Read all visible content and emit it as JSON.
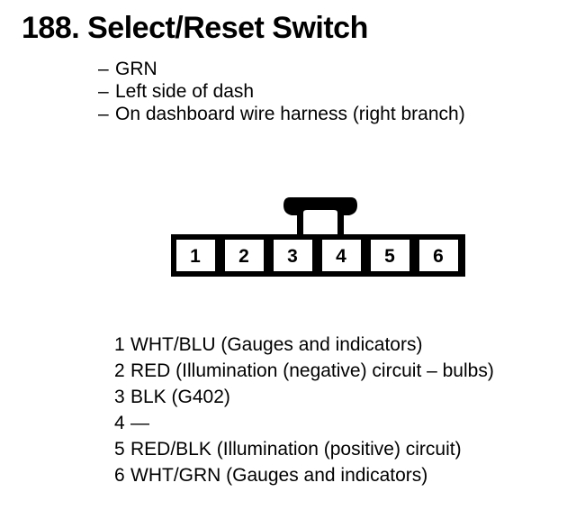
{
  "page": {
    "section_number": "188.",
    "title": "188. Select/Reset Switch"
  },
  "attributes": {
    "bullet_marker": "–",
    "items": [
      "GRN",
      "Left side of dash",
      "On dashboard wire harness (right branch)"
    ]
  },
  "connector": {
    "cavity_count": 6,
    "cavity_labels": [
      "1",
      "2",
      "3",
      "4",
      "5",
      "6"
    ],
    "locking_tab": "locking-tab",
    "outline_color": "#000000",
    "fill_color": "#ffffff"
  },
  "pin_legend": {
    "rows": [
      {
        "pin": "1",
        "description": "WHT/BLU (Gauges and indicators)"
      },
      {
        "pin": "2",
        "description": "RED (Illumination (negative) circuit – bulbs)"
      },
      {
        "pin": "3",
        "description": "BLK (G402)"
      },
      {
        "pin": "4",
        "description": "—"
      },
      {
        "pin": "5",
        "description": "RED/BLK (Illumination (positive) circuit)"
      },
      {
        "pin": "6",
        "description": "WHT/GRN (Gauges and indicators)"
      }
    ]
  }
}
